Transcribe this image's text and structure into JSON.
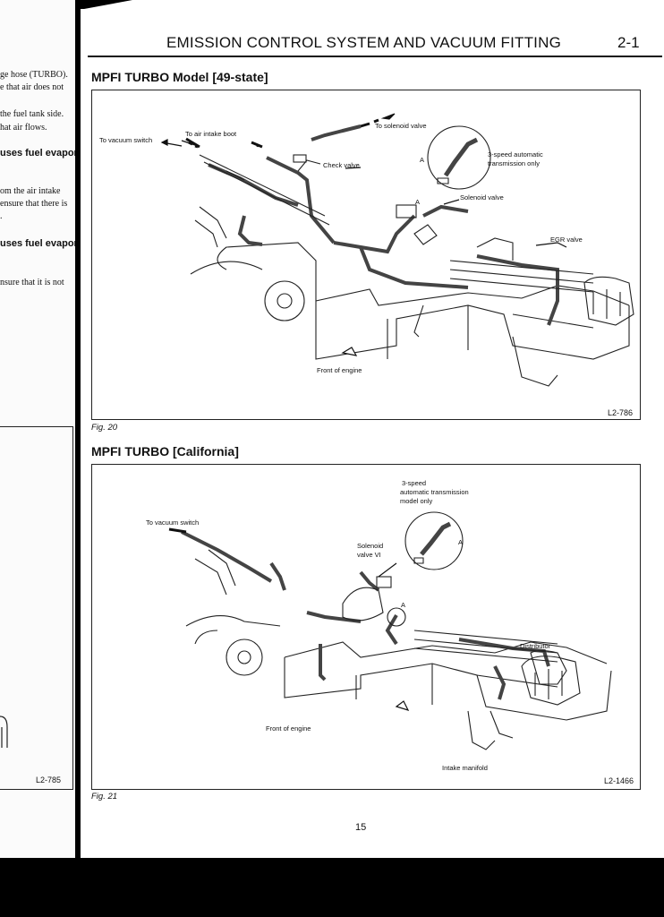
{
  "header": {
    "title": "EMISSION CONTROL SYSTEM AND VACUUM FITTING",
    "section_number": "2-1"
  },
  "left_page": {
    "lines": [
      {
        "text": "ge hose (TURBO).",
        "bold": false
      },
      {
        "text": "e that air does not",
        "bold": false
      },
      {
        "text": "the fuel tank side.",
        "bold": false
      },
      {
        "text": "hat air flows.",
        "bold": false
      },
      {
        "text": "uses fuel evaporat-",
        "bold": true
      },
      {
        "text": "om the air intake",
        "bold": false
      },
      {
        "text": "ensure that there is",
        "bold": false
      },
      {
        "text": ".",
        "bold": false
      },
      {
        "text": "uses fuel evaporat-",
        "bold": true
      },
      {
        "text": "nsure that it is not",
        "bold": false
      }
    ],
    "figure_code": "L2-785"
  },
  "figure1": {
    "title": "MPFI TURBO Model [49-state]",
    "caption": "Fig. 20",
    "code": "L2-786",
    "labels": {
      "vacuum_switch": "To vacuum switch",
      "air_intake": "To air intake boot",
      "solenoid_top": "To solenoid valve",
      "check_valve": "Check valve",
      "detail_a": "A",
      "detail_a2": "A",
      "transmission_1": "3-speed automatic",
      "transmission_2": "transmission only",
      "solenoid_valve": "Solenoid valve",
      "egr_valve": "EGR valve",
      "front": "Front of engine"
    }
  },
  "figure2": {
    "title": "MPFI TURBO [California]",
    "caption": "Fig. 21",
    "code": "L2-1466",
    "labels": {
      "trans_1": "3-speed",
      "trans_2": "automatic transmission",
      "trans_3": "model only",
      "vacuum_switch": "To vacuum switch",
      "solenoid_1": "Solenoid",
      "solenoid_2": "valve VI",
      "detail_a": "A",
      "detail_a2": "A",
      "distributor": "Distributor",
      "front": "Front of engine",
      "intake": "Intake manifold"
    }
  },
  "page_number": "15"
}
